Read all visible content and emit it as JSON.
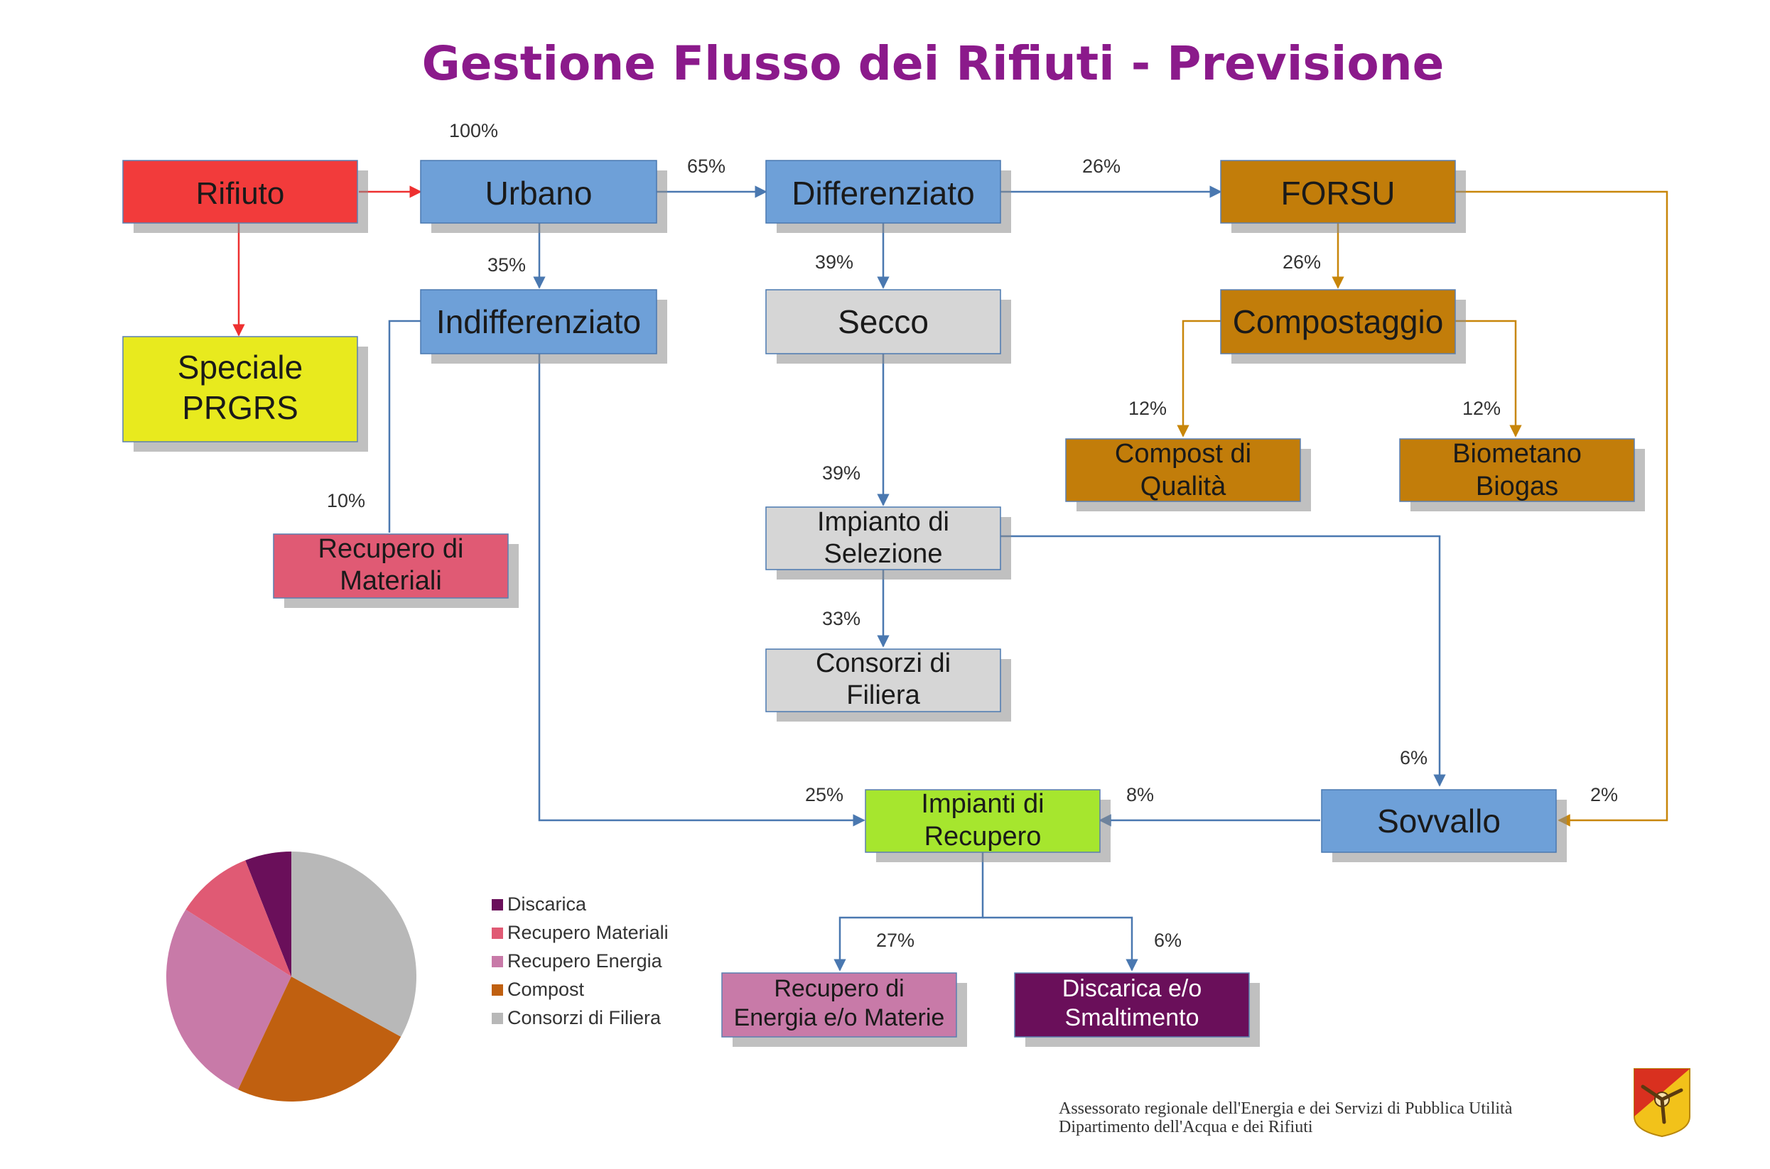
{
  "title": "Gestione Flusso dei Rifiuti - Previsione",
  "colors": {
    "red": "#f23b3b",
    "yellow": "#e8ea1e",
    "blue": "#6ea0d8",
    "grey": "#d6d6d6",
    "orange": "#c27d0a",
    "pink": "#e05a74",
    "green": "#a6e62e",
    "mauve": "#c87aa8",
    "purple": "#6a0f5a"
  },
  "nodes": {
    "rifiuto": "Rifiuto",
    "speciale": [
      "Speciale",
      "PRGRS"
    ],
    "urbano": "Urbano",
    "indifferenziato": "Indifferenziato",
    "recupero_materiali": [
      "Recupero di",
      "Materiali"
    ],
    "differenziato": "Differenziato",
    "secco": "Secco",
    "impianto_selezione": [
      "Impianto di",
      "Selezione"
    ],
    "consorzi_filiera": [
      "Consorzi di",
      "Filiera"
    ],
    "forsu": "FORSU",
    "compostaggio": "Compostaggio",
    "compost_qualita": [
      "Compost di",
      "Qualità"
    ],
    "biometano": [
      "Biometano",
      "Biogas"
    ],
    "impianti_recupero": [
      "Impianti di",
      "Recupero"
    ],
    "sovvallo": "Sovvallo",
    "recupero_energia": [
      "Recupero di",
      "Energia e/o Materie"
    ],
    "discarica": [
      "Discarica e/o",
      "Smaltimento"
    ]
  },
  "percentages": {
    "urbano_total": "100%",
    "urbano_differenziato": "65%",
    "urbano_indifferenziato": "35%",
    "differenziato_forsu": "26%",
    "differenziato_secco": "39%",
    "forsu_compostaggio": "26%",
    "compostaggio_compost": "12%",
    "compostaggio_biometano": "12%",
    "indifferenziato_recupero": "10%",
    "secco_selezione": "39%",
    "selezione_consorzi": "33%",
    "selezione_sovvallo": "6%",
    "indifferenziato_impianti": "25%",
    "sovvallo_impianti": "8%",
    "forsu_sovvallo": "2%",
    "impianti_energia": "27%",
    "impianti_discarica": "6%"
  },
  "chart_data": {
    "type": "pie",
    "categories": [
      "Discarica",
      "Recupero Materiali",
      "Recupero Energia",
      "Compost",
      "Consorzi di Filiera"
    ],
    "values": [
      6,
      10,
      27,
      24,
      33
    ],
    "colors": [
      "#6a0f5a",
      "#e05a74",
      "#c87aa8",
      "#c06010",
      "#b8b8b8"
    ],
    "start": "top",
    "direction": "counterclockwise",
    "legend_placement": "right"
  },
  "footer": {
    "line1": "Assessorato regionale dell'Energia e dei Servizi di Pubblica Utilità",
    "line2": "Dipartimento dell'Acqua e dei Rifiuti"
  },
  "icons": {
    "logo": "trinacria-sicily-emblem-icon"
  }
}
